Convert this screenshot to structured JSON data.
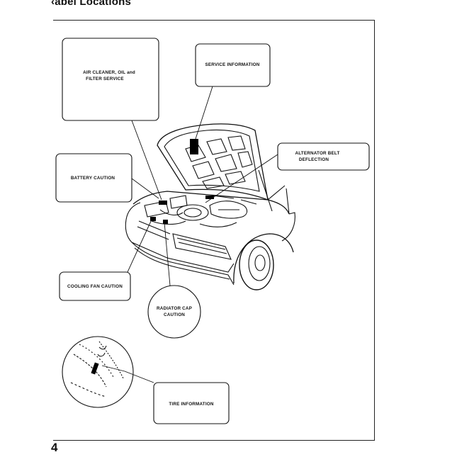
{
  "page": {
    "title": "Label Locations",
    "title_visible": "‹abel Locations",
    "page_number": "4"
  },
  "callouts": {
    "air_cleaner": {
      "line1": "AIR CLEANER, OIL and",
      "line2": "FILTER SERVICE"
    },
    "service_information": {
      "line1": "SERVICE INFORMATION"
    },
    "alternator_belt": {
      "line1": "ALTERNATOR BELT",
      "line2": "DEFLECTION"
    },
    "battery_caution": {
      "line1": "BATTERY CAUTION"
    },
    "cooling_fan_caution": {
      "line1": "COOLING FAN CAUTION"
    },
    "radiator_cap_caution": {
      "line1": "RADIATOR CAP",
      "line2": "CAUTION"
    },
    "tire_information": {
      "line1": "TIRE INFORMATION"
    }
  },
  "colors": {
    "ink": "#111111",
    "paper": "#ffffff",
    "label_fill": "#000000"
  }
}
